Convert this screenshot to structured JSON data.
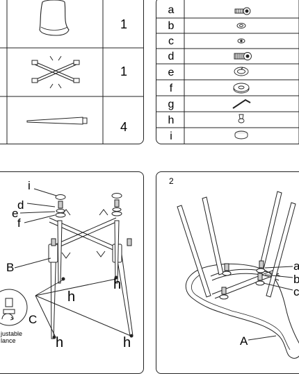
{
  "parts_table": {
    "rows": [
      {
        "qty": "1",
        "icon": "chair-seat-icon"
      },
      {
        "qty": "1",
        "icon": "base-frame-icon"
      },
      {
        "qty": "4",
        "icon": "wooden-leg-icon"
      }
    ]
  },
  "hardware_table": {
    "rows": [
      {
        "letter": "a",
        "icon": "bolt-icon"
      },
      {
        "letter": "b",
        "icon": "small-washer-icon"
      },
      {
        "letter": "c",
        "icon": "nut-icon"
      },
      {
        "letter": "d",
        "icon": "long-bolt-icon"
      },
      {
        "letter": "e",
        "icon": "spring-washer-icon"
      },
      {
        "letter": "f",
        "icon": "flat-washer-icon"
      },
      {
        "letter": "g",
        "icon": "allen-key-icon"
      },
      {
        "letter": "h",
        "icon": "screw-icon"
      },
      {
        "letter": "i",
        "icon": "foot-cap-icon"
      }
    ]
  },
  "step1": {
    "callouts": {
      "i": "i",
      "d": "d",
      "e": "e",
      "f": "f",
      "b": "B",
      "c": "C",
      "h1": "h",
      "h2": "h",
      "h3": "h",
      "h4": "h"
    },
    "note_line1": "justable",
    "note_line2": "lance"
  },
  "step2": {
    "number": "2",
    "callouts": {
      "a": "a",
      "b": "b",
      "c": "c",
      "A": "A"
    }
  }
}
